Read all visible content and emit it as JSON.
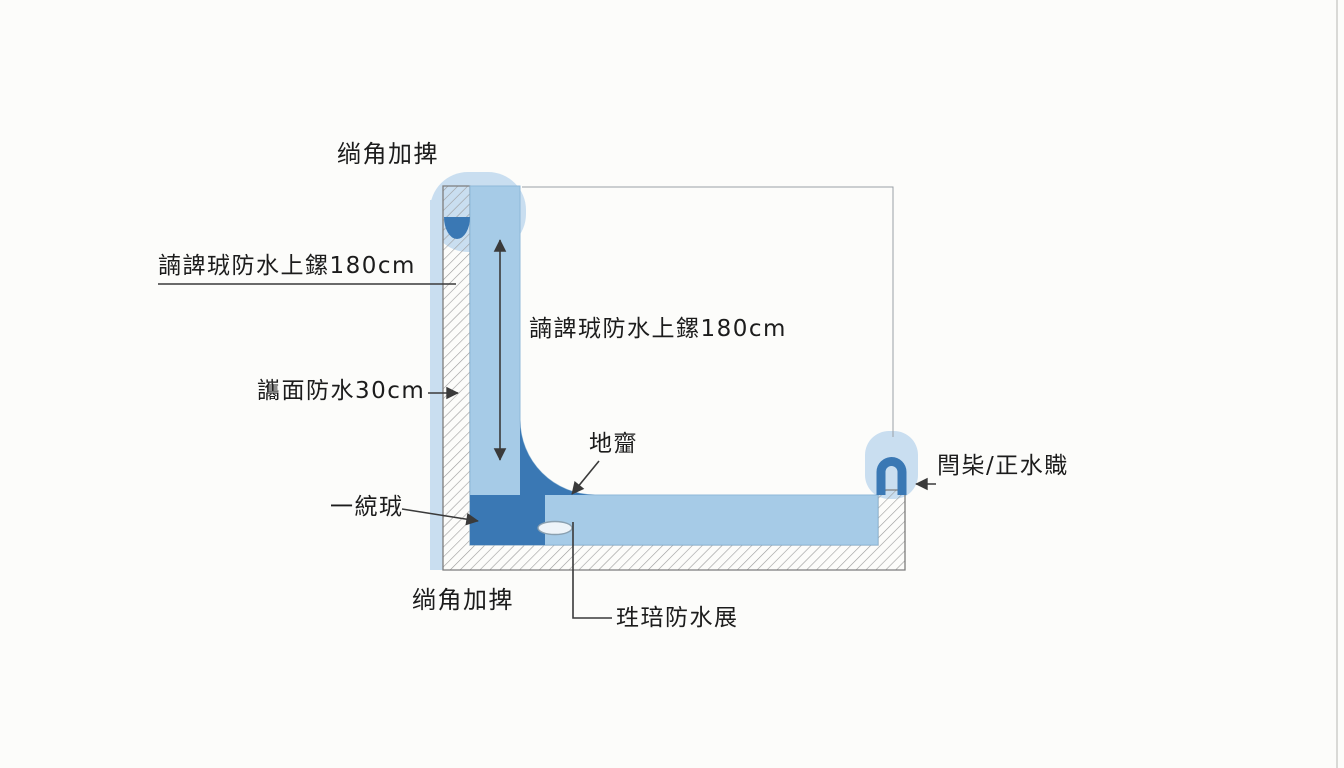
{
  "labels": {
    "corner_reinforce_top": "绱角加捭",
    "wall_upturn_left": "諵諀珬防水上鏍180cm",
    "wall_upturn_center": "諵諀珬防水上鏍180cm",
    "wall_waterproof_30cm": "讗面防水30cm",
    "floor_drain": "地齏",
    "threshold_waterstop": "閆枈/正水賳",
    "first_coat": "一綂珬",
    "corner_reinforce_bottom": "绱角加捭",
    "floor_membrane": "珄琣防水展"
  },
  "colors": {
    "membrane_light": "#a6cbe7",
    "membrane_dark": "#3a78b4",
    "halo": "#c9def0",
    "hatch_line": "#9b9b9b",
    "concrete_outline": "#7d7d7d",
    "annotation_line": "#3a3a3a",
    "text": "#1c1c1c",
    "background": "#fcfcfa"
  }
}
